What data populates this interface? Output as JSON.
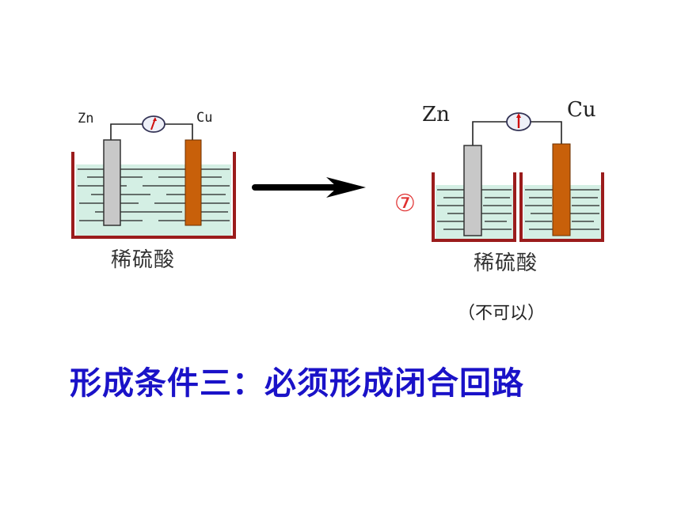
{
  "left_setup": {
    "anode_label": "Zn",
    "cathode_label": "Cu",
    "solution_label": "稀硫酸"
  },
  "right_setup": {
    "marker": "⑦",
    "anode_label": "Zn",
    "cathode_label": "Cu",
    "solution_label": "稀硫酸",
    "verdict": "（不可以）"
  },
  "conclusion": "形成条件三：必须形成闭合回路",
  "colors": {
    "zinc": "#c8c8c8",
    "copper": "#c8600a",
    "beaker": "#9b1c1c",
    "solution": "#d4efe4",
    "arrow": "#000000",
    "conclusion_text": "#1a12c8",
    "marker": "#e03030"
  }
}
